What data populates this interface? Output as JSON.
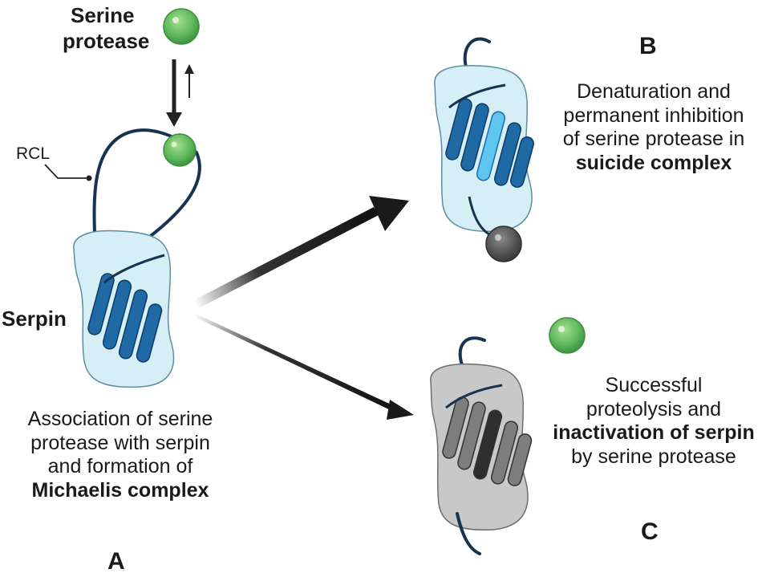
{
  "labels": {
    "serine_protease_line1": "Serine",
    "serine_protease_line2": "protease",
    "rcl": "RCL",
    "serpin": "Serpin"
  },
  "panel_a": {
    "letter": "A",
    "caption_line1": "Association of serine",
    "caption_line2": "protease with serpin",
    "caption_line3": "and formation of",
    "caption_line4_bold": "Michaelis complex"
  },
  "panel_b": {
    "letter": "B",
    "caption_line1": "Denaturation and",
    "caption_line2": "permanent inhibition",
    "caption_line3": "of serine protease in",
    "caption_line4_bold": "suicide complex"
  },
  "panel_c": {
    "letter": "C",
    "caption_line1": "Successful",
    "caption_line2": "proteolysis and",
    "caption_line3_bold": "inactivation of serpin",
    "caption_line4": "by serine protease"
  },
  "colors": {
    "protease_green": "#5cb85c",
    "serpin_body": "#d6eef5",
    "serpin_outline": "#5d8ea0",
    "helix_blue": "#1f6aa5",
    "helix_highlight": "#5fc6f2",
    "loop_navy": "#16344f",
    "inactive_gray": "#c8c8c8",
    "dark_sphere": "#555555"
  }
}
